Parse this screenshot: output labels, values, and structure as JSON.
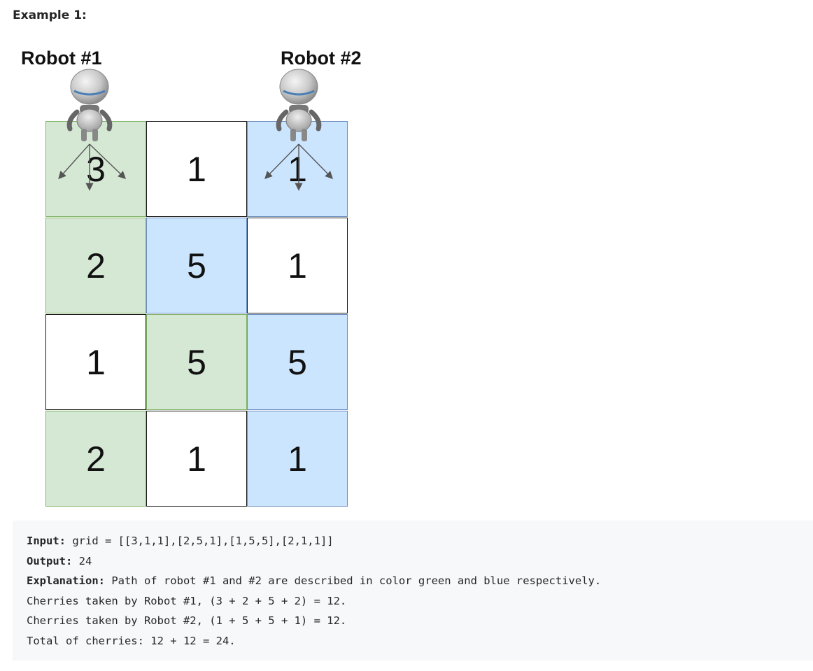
{
  "heading": "Example 1:",
  "robots": [
    {
      "label": "Robot #1",
      "color": "green"
    },
    {
      "label": "Robot #2",
      "color": "blue"
    }
  ],
  "grid": [
    [
      {
        "value": "3",
        "fill": "green"
      },
      {
        "value": "1",
        "fill": "white"
      },
      {
        "value": "1",
        "fill": "blue"
      }
    ],
    [
      {
        "value": "2",
        "fill": "green"
      },
      {
        "value": "5",
        "fill": "blue"
      },
      {
        "value": "1",
        "fill": "white"
      }
    ],
    [
      {
        "value": "1",
        "fill": "white"
      },
      {
        "value": "5",
        "fill": "green"
      },
      {
        "value": "5",
        "fill": "blue"
      }
    ],
    [
      {
        "value": "2",
        "fill": "green"
      },
      {
        "value": "1",
        "fill": "white"
      },
      {
        "value": "1",
        "fill": "blue"
      }
    ]
  ],
  "colors": {
    "green_fill": "#d5e8d4",
    "blue_fill": "#cce5ff",
    "code_background": "#f7f8fa"
  },
  "example": {
    "input_label": "Input:",
    "input_value": " grid = [[3,1,1],[2,5,1],[1,5,5],[2,1,1]]",
    "output_label": "Output:",
    "output_value": " 24",
    "explanation_label": "Explanation:",
    "explanation_value": " Path of robot #1 and #2 are described in color green and blue respectively.",
    "lines": [
      "Cherries taken by Robot #1, (3 + 2 + 5 + 2) = 12.",
      "Cherries taken by Robot #2, (1 + 5 + 5 + 1) = 12.",
      "Total of cherries: 12 + 12 = 24."
    ]
  }
}
